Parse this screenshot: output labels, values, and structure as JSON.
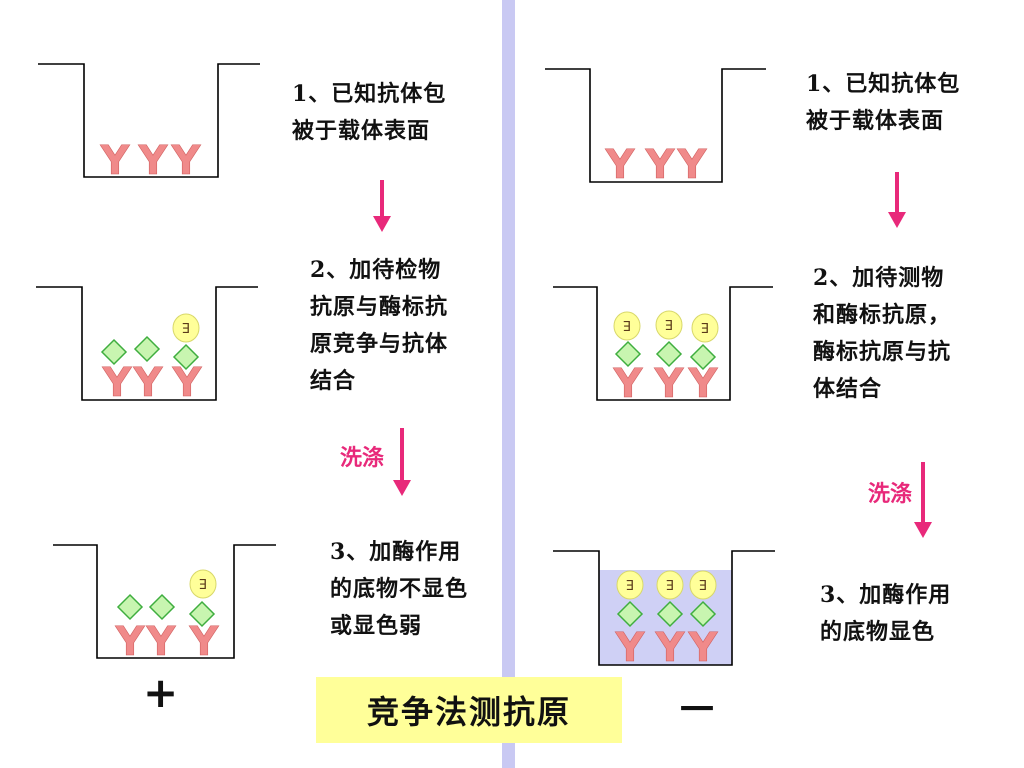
{
  "title": "竞争法测抗原",
  "wash_label": "洗涤",
  "enzyme_mark": "E",
  "antibody_mark": "Y",
  "colors": {
    "antibody": "#f08a8a",
    "antigen_fill": "#c8f5b0",
    "antigen_stroke": "#3fae3f",
    "enzyme_fill": "#ffff99",
    "arrow": "#e8297a",
    "divider": "#c9c9f3",
    "substrate": "#cfd0f5"
  },
  "left": {
    "step1": [
      "1、已知抗体包",
      "被于载体表面"
    ],
    "step2": [
      "2、加待检物",
      "抗原与酶标抗",
      "原竞争与抗体",
      "结合"
    ],
    "step3": [
      "3、加酶作用",
      "的底物不显色",
      "或显色弱"
    ],
    "result": "+"
  },
  "right": {
    "step1": [
      "1、已知抗体包",
      "被于载体表面"
    ],
    "step2": [
      "2、加待测物",
      "和酶标抗原，",
      "酶标抗原与抗",
      "体结合"
    ],
    "step3": [
      "3、加酶作用",
      "的底物显色"
    ],
    "result": "－"
  }
}
